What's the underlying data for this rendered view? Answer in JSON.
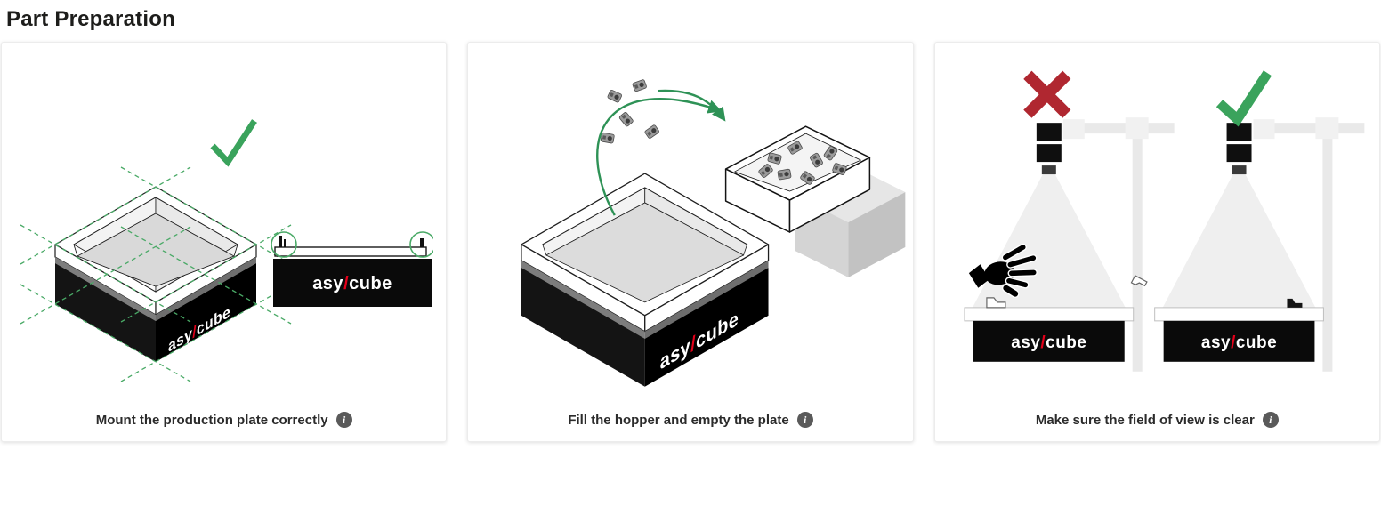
{
  "page": {
    "title": "Part Preparation"
  },
  "brand": {
    "part1": "asy",
    "slash": "/",
    "part2": "cube"
  },
  "colors": {
    "accent_green": "#3aa35c",
    "guide_green": "#49a966",
    "arrow_green": "#2e9256",
    "error_red": "#b02730",
    "logo_red": "#e2001a"
  },
  "icons": {
    "info_glyph": "i",
    "success": "check-icon",
    "error": "cross-icon"
  },
  "cards": [
    {
      "caption": "Mount the production plate correctly"
    },
    {
      "caption": "Fill the hopper and empty the plate"
    },
    {
      "caption": "Make sure the field of view is clear"
    }
  ]
}
